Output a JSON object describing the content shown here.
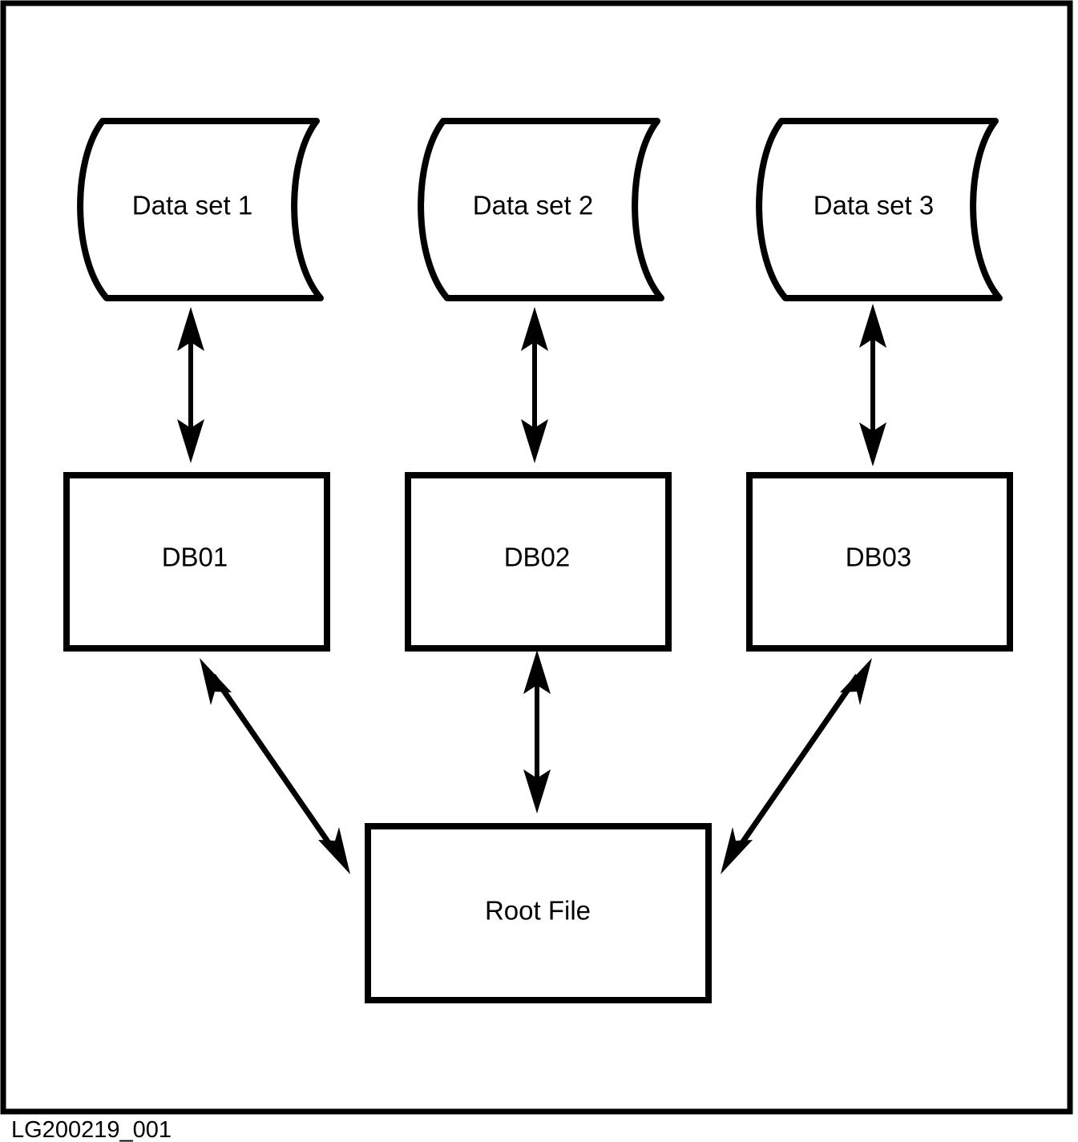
{
  "figure": {
    "caption": "LG200219_001",
    "border_color": "#000000",
    "background_color": "#ffffff",
    "stroke_color": "#000000"
  },
  "datasets": [
    {
      "label": "Data set 1",
      "icon": "stored-data-icon"
    },
    {
      "label": "Data set 2",
      "icon": "stored-data-icon"
    },
    {
      "label": "Data set 3",
      "icon": "stored-data-icon"
    }
  ],
  "databases": [
    {
      "label": "DB01",
      "icon": "rectangle-box-icon"
    },
    {
      "label": "DB02",
      "icon": "rectangle-box-icon"
    },
    {
      "label": "DB03",
      "icon": "rectangle-box-icon"
    }
  ],
  "root": {
    "label": "Root File",
    "icon": "rectangle-box-icon"
  },
  "connectors": [
    {
      "name": "dataset1-to-db01",
      "style": "double-headed-vertical-arrow"
    },
    {
      "name": "dataset2-to-db02",
      "style": "double-headed-vertical-arrow"
    },
    {
      "name": "dataset3-to-db03",
      "style": "double-headed-vertical-arrow"
    },
    {
      "name": "db01-to-root-file",
      "style": "double-headed-diagonal-arrow"
    },
    {
      "name": "db02-to-root-file",
      "style": "double-headed-vertical-arrow"
    },
    {
      "name": "db03-to-root-file",
      "style": "double-headed-diagonal-arrow"
    }
  ]
}
